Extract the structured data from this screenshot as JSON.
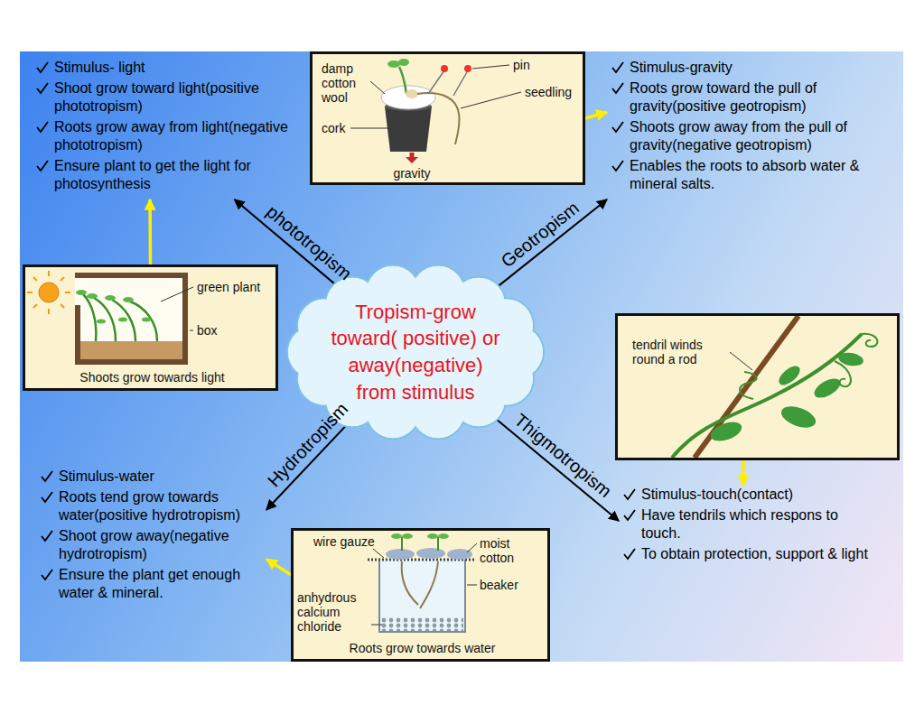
{
  "diagram": {
    "nodes": [
      {
        "text": [
          "Tropism-grow toward( positive) or away(negative) from stimulus"
        ]
      },
      {
        "text": [
          "Stimulus- light",
          "Shoot grow toward light(positive phototropism)",
          "Roots grow away from light(negative phototropism)",
          "Ensure plant to get the light for photosynthesis"
        ]
      },
      {
        "text": [
          "green plant",
          "box",
          "Shoots grow towards light"
        ]
      },
      {
        "text": [
          "damp cotton wool",
          "cork",
          "pin",
          "seedling",
          "gravity"
        ]
      },
      {
        "text": [
          "Stimulus-gravity",
          "Roots grow toward the pull of gravity(positive geotropism)",
          "Shoots grow away from the pull of gravity(negative geotropism)",
          "Enables the roots to absorb water & mineral salts."
        ]
      },
      {
        "text": [
          "tendril winds round a rod"
        ]
      },
      {
        "text": [
          "Stimulus-touch(contact)",
          "Have tendrils which respons to touch.",
          "To obtain protection, support & light"
        ]
      },
      {
        "text": [
          "Stimulus-water",
          "Roots tend grow towards water(positive hydrotropism)",
          "Shoot grow away(negative hydrotropism)",
          "Ensure the plant get enough water & mineral."
        ]
      },
      {
        "text": [
          "wire gauze",
          "moist cotton",
          "beaker",
          "anhydrous calcium chloride",
          "Roots grow towards water"
        ]
      }
    ],
    "edges": [
      {
        "from": 0,
        "to": 1,
        "arrow": "to",
        "label": "phototropism"
      },
      {
        "from": 0,
        "to": 4,
        "arrow": "to",
        "label": "Geotropism"
      },
      {
        "from": 0,
        "to": 7,
        "arrow": "to",
        "label": "Hydrotropism"
      },
      {
        "from": 0,
        "to": 6,
        "arrow": "to",
        "label": "Thigmotropism"
      },
      {
        "from": 2,
        "to": 1,
        "arrow": "to"
      },
      {
        "from": 3,
        "to": 4,
        "arrow": "to"
      },
      {
        "from": 5,
        "to": 6,
        "arrow": "to"
      },
      {
        "from": 8,
        "to": 7,
        "arrow": "to"
      }
    ]
  }
}
